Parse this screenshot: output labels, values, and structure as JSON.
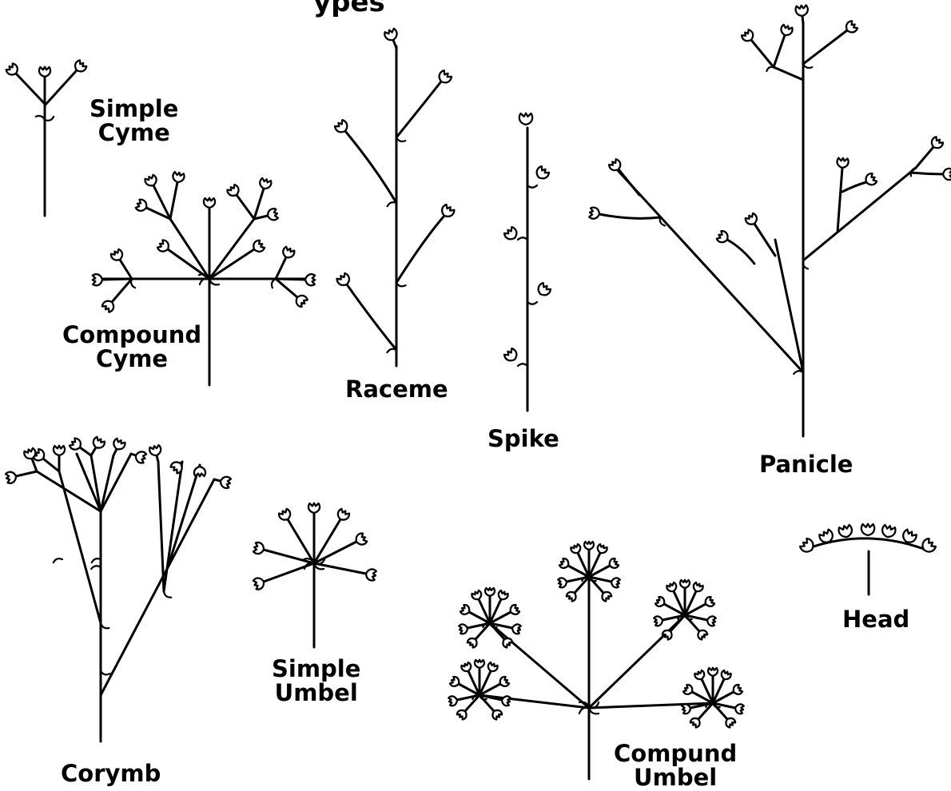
{
  "title_fragment": "ypes",
  "labels": {
    "simple_cyme": [
      "Simple",
      "Cyme"
    ],
    "compound_cyme": [
      "Compound",
      "Cyme"
    ],
    "raceme": "Raceme",
    "spike": "Spike",
    "panicle": "Panicle",
    "corymb": "Corymb",
    "simple_umbel": [
      "Simple",
      "Umbel"
    ],
    "compound_umbel": [
      "Compund",
      "Umbel"
    ],
    "head": "Head"
  },
  "colors": {
    "ink": "#000000",
    "background": "#ffffff"
  }
}
